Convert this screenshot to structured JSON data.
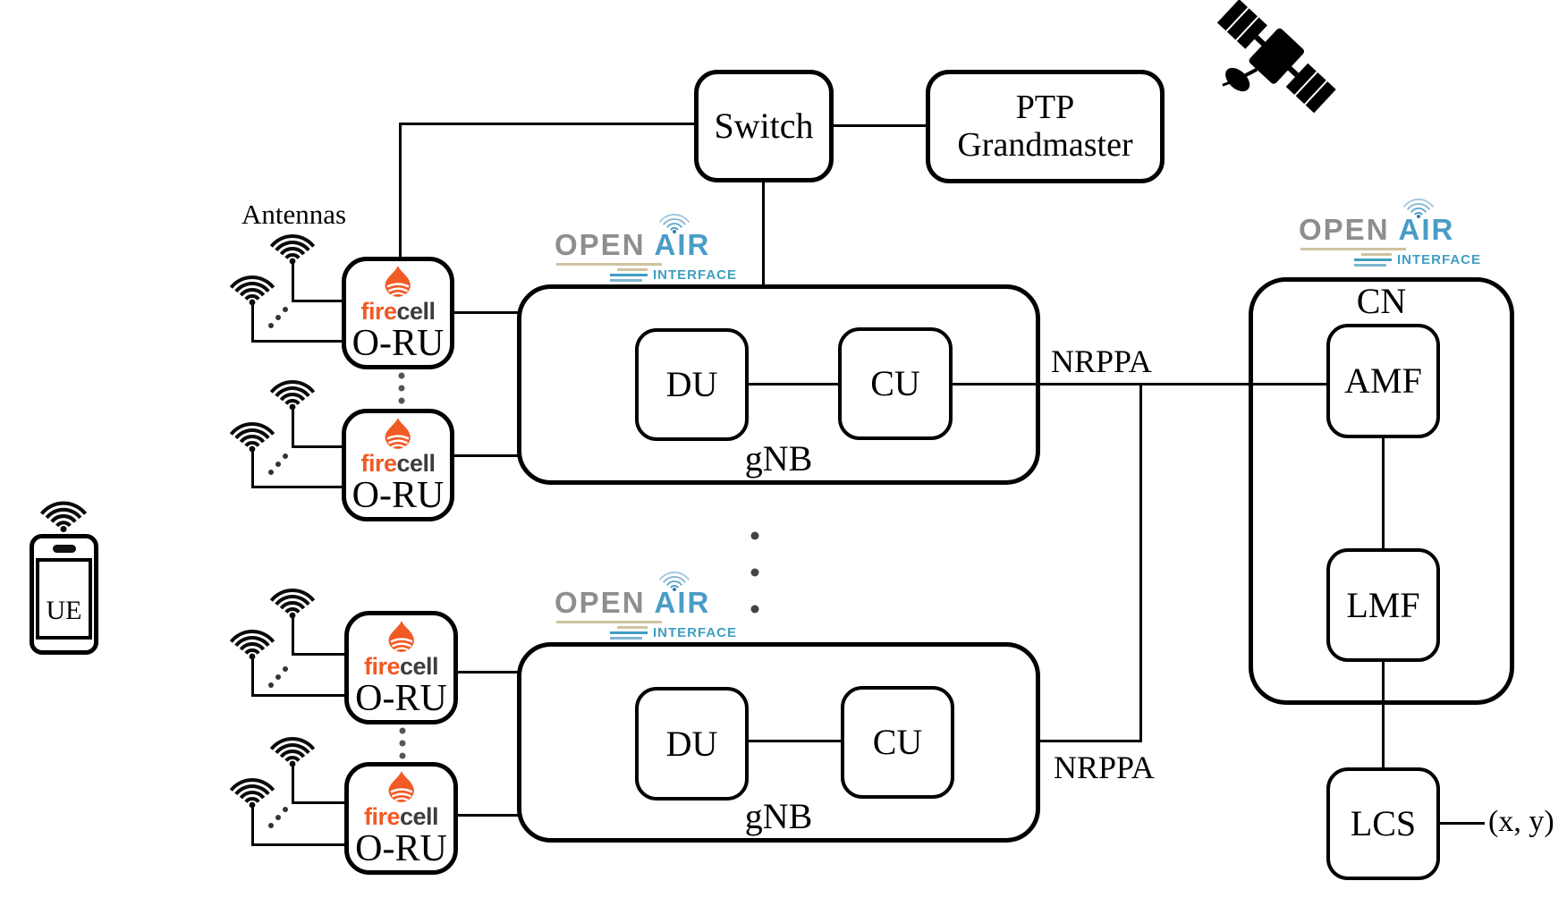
{
  "nodes": {
    "switch": "Switch",
    "ptp_grandmaster_line1": "PTP",
    "ptp_grandmaster_line2": "Grandmaster",
    "gnb": "gNB",
    "du": "DU",
    "cu": "CU",
    "cn": "CN",
    "amf": "AMF",
    "lmf": "LMF",
    "lcs": "LCS",
    "oru": "O-RU",
    "ue": "UE"
  },
  "brand": {
    "firecell": {
      "fire": "fire",
      "cell": "cell"
    },
    "openair": {
      "open": "OPEN",
      "air": "AIR",
      "interface": "INTERFACE"
    }
  },
  "labels": {
    "antennas": "Antennas",
    "nrppa_top": "NRPPA",
    "nrppa_bottom": "NRPPA",
    "position_output": "(x, y)"
  },
  "icons": {
    "satellite": "satellite-icon",
    "wifi_antenna": "wifi-antenna-icon",
    "flame": "firecell-flame-icon",
    "phone": "ue-phone-icon",
    "radio_arcs": "openair-arcs-icon",
    "ellipsis": "more-items-dots-icon"
  },
  "colors": {
    "fire_orange": "#F15A24",
    "cell_charcoal": "#3D3D3D",
    "open_gray": "#8E8E8E",
    "air_blue": "#4A9CC7",
    "interface_teal": "#3F9EC2",
    "underline_tan": "#CFC3A0",
    "diagram_black": "#000000"
  }
}
